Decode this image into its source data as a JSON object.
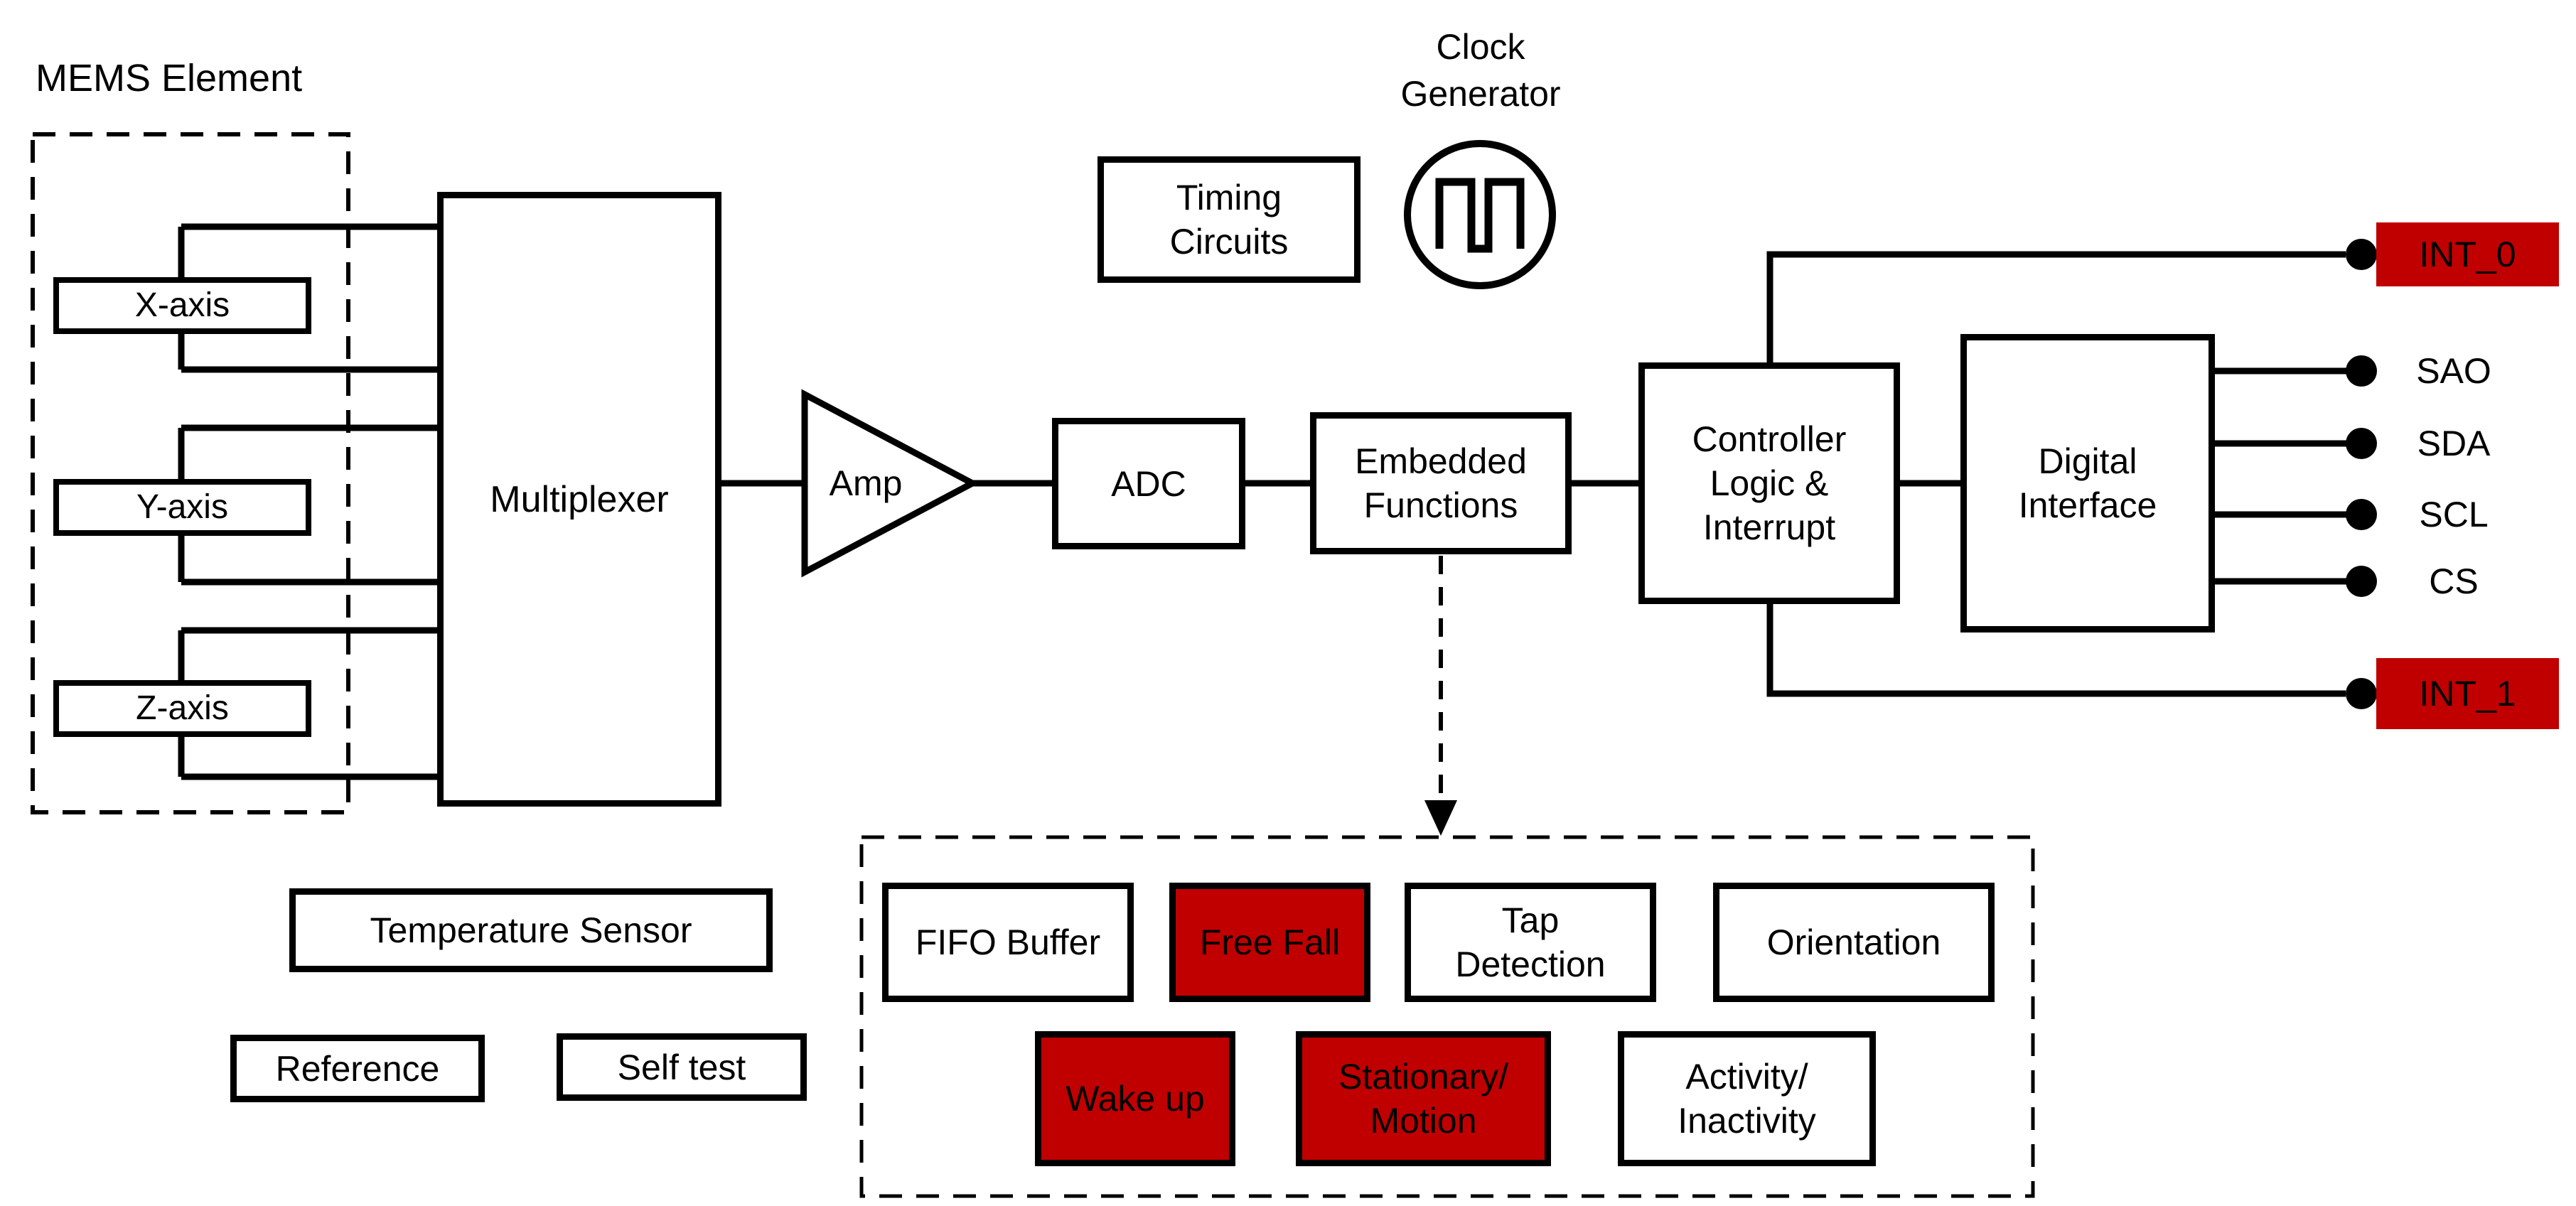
{
  "colors": {
    "highlight_red": "#c00000",
    "ink": "#000000",
    "paper": "#ffffff"
  },
  "mems": {
    "title": "MEMS Element",
    "axes": [
      "X-axis",
      "Y-axis",
      "Z-axis"
    ]
  },
  "chain": {
    "multiplexer": "Multiplexer",
    "amp": "Amp",
    "adc": "ADC",
    "embedded_functions": "Embedded\nFunctions",
    "controller": "Controller\nLogic &\nInterrupt",
    "digital_interface": "Digital\nInterface"
  },
  "clock": {
    "label": "Clock\nGenerator"
  },
  "timing": {
    "label": "Timing\nCircuits"
  },
  "pins": {
    "digital": [
      "SAO",
      "SDA",
      "SCL",
      "CS"
    ],
    "interrupt_top": "INT_0",
    "interrupt_bottom": "INT_1"
  },
  "support": {
    "temperature": "Temperature Sensor",
    "reference": "Reference",
    "self_test": "Self test"
  },
  "functions_panel": {
    "items": [
      {
        "label": "FIFO Buffer",
        "highlighted": false
      },
      {
        "label": "Free Fall",
        "highlighted": true
      },
      {
        "label": "Tap\nDetection",
        "highlighted": false
      },
      {
        "label": "Orientation",
        "highlighted": false
      },
      {
        "label": "Wake up",
        "highlighted": true
      },
      {
        "label": "Stationary/\nMotion",
        "highlighted": true
      },
      {
        "label": "Activity/\nInactivity",
        "highlighted": false
      }
    ]
  }
}
